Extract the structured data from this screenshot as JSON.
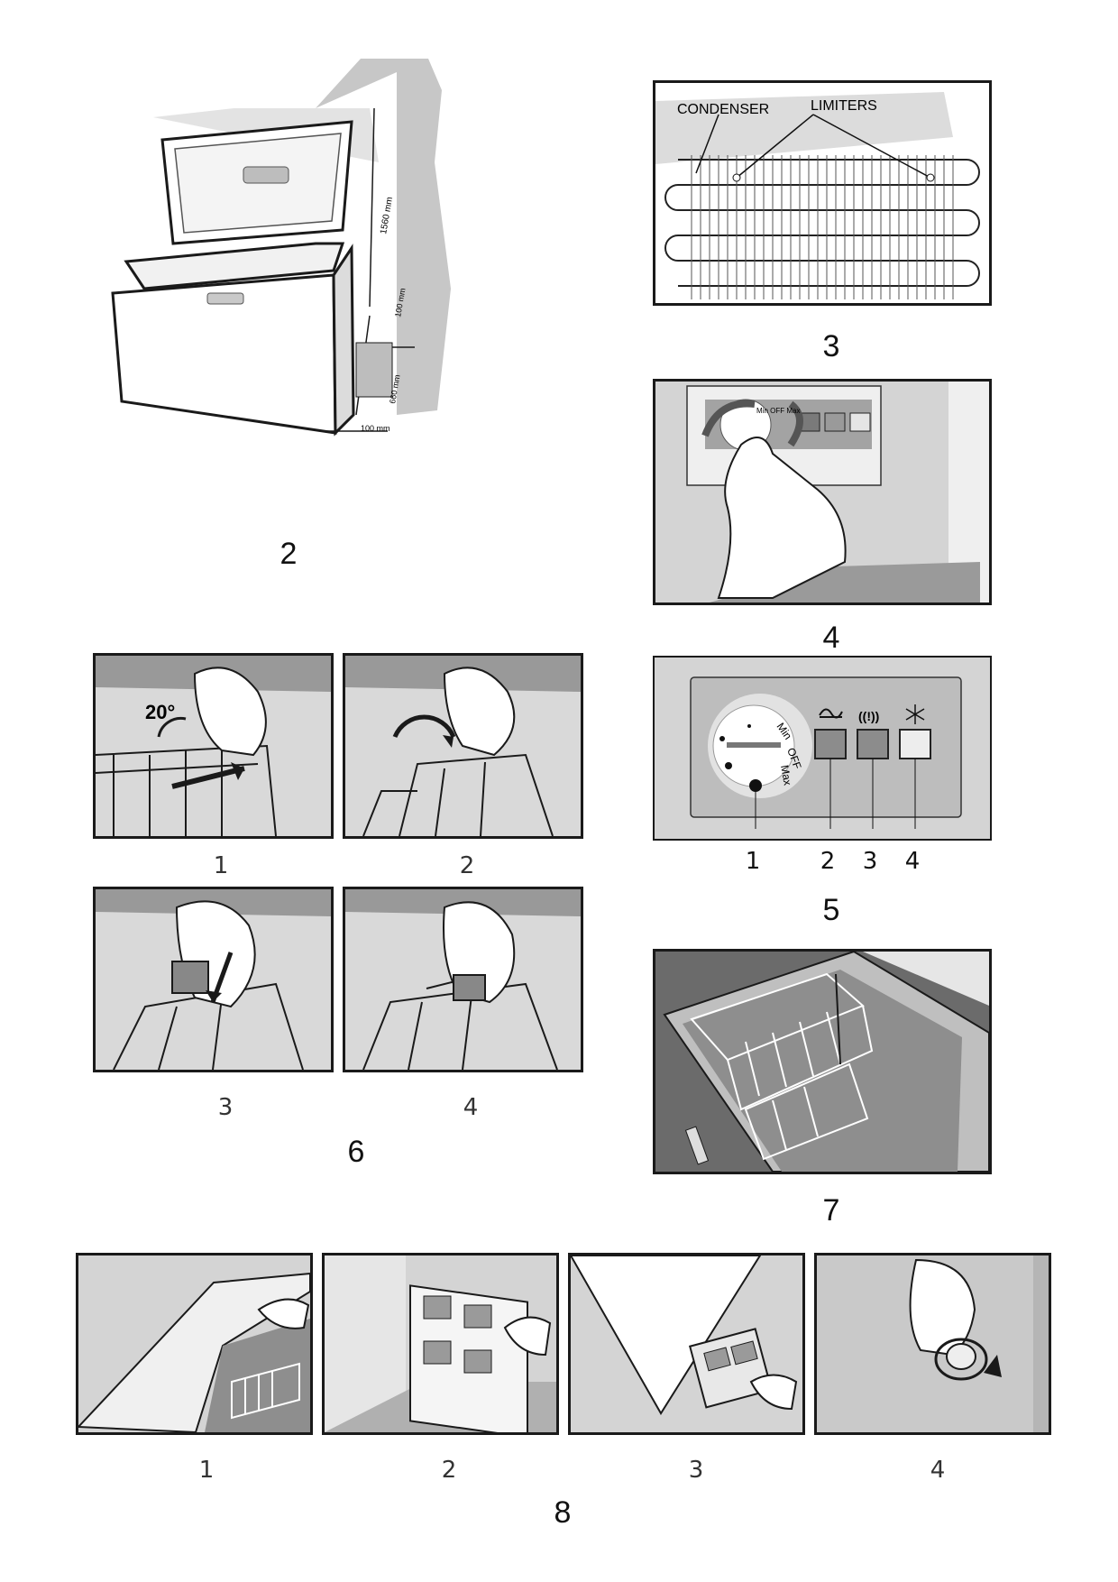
{
  "figures": {
    "fig2": {
      "number": "2",
      "dim_height": "1560 mm",
      "dim_top_gap": "100 mm",
      "dim_side": "660 mm",
      "dim_back_gap": "100 mm"
    },
    "fig3": {
      "number": "3",
      "label_condenser": "CONDENSER",
      "label_limiters": "LIMITERS"
    },
    "fig4": {
      "number": "4",
      "dial_text": "Min OFF Max"
    },
    "fig5": {
      "number": "5",
      "dial_text_min": "Min",
      "dial_text_off": "OFF",
      "dial_text_max": "Max",
      "alarm_symbol": "((!))",
      "callouts": [
        "1",
        "2",
        "3",
        "4"
      ]
    },
    "fig6": {
      "number": "6",
      "angle_label": "20°",
      "steps": [
        "1",
        "2",
        "3",
        "4"
      ]
    },
    "fig7": {
      "number": "7"
    },
    "fig8": {
      "number": "8",
      "steps": [
        "1",
        "2",
        "3",
        "4"
      ]
    }
  },
  "icons": [
    "freezer-chest-icon",
    "condenser-icon",
    "thermostat-dial-icon",
    "hand-icon",
    "basket-icon",
    "snowflake-icon",
    "power-wave-icon",
    "alarm-icon",
    "drain-plug-icon"
  ]
}
